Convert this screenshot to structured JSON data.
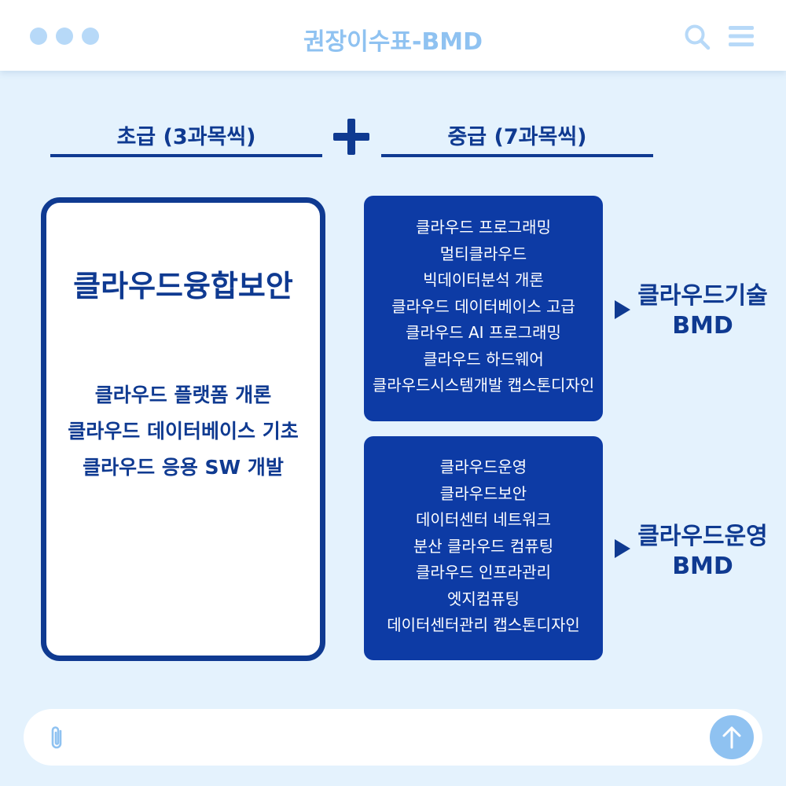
{
  "header": {
    "title": "권장이수표-BMD",
    "icons": [
      "window-dots",
      "search-icon",
      "menu-icon"
    ],
    "accent_color": "#8fc2f1"
  },
  "left_column": {
    "heading": "초급 (3과목씩)",
    "card_title": "클라우드융합보안",
    "courses": [
      "클라우드 플랫폼 개론",
      "클라우드 데이터베이스 기초",
      "클라우드 응용 SW 개발"
    ]
  },
  "right_column": {
    "heading": "중급 (7과목씩)",
    "tracks": [
      {
        "courses": [
          "클라우드 프로그래밍",
          "멀티클라우드",
          "빅데이터분석 개론",
          "클라우드 데이터베이스 고급",
          "클라우드 AI 프로그래밍",
          "클라우드 하드웨어",
          "클라우드시스템개발 캡스톤디자인"
        ],
        "result_line1": "클라우드기술",
        "result_line2": "BMD"
      },
      {
        "courses": [
          "클라우드운영",
          "클라우드보안",
          "데이터센터 네트워크",
          "분산 클라우드 컴퓨팅",
          "클라우드 인프라관리",
          "엣지컴퓨팅",
          "데이터센터관리 캡스톤디자인"
        ],
        "result_line1": "클라우드운영",
        "result_line2": "BMD"
      }
    ]
  },
  "colors": {
    "primary": "#0f3a91",
    "card_blue": "#0d3ba5",
    "background": "#e4f2fd"
  },
  "footer": {
    "icons": [
      "paperclip-icon",
      "arrow-up-icon"
    ]
  }
}
